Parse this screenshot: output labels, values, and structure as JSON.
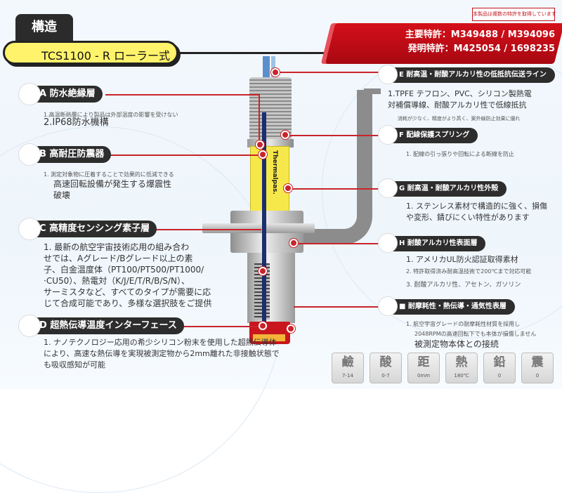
{
  "header": {
    "tab": "構造",
    "model": "TCS1100 - R ローラー式"
  },
  "patent": {
    "note": "本製品は複数の特許を取得しています",
    "main": "主要特許：M349488 / M394096",
    "invention": "発明特許：M425054 / 1698235"
  },
  "sensor": {
    "label": "Thermalpas."
  },
  "left": [
    {
      "title": "A 防水絶縁層",
      "small": "1.高温断熱層により製品は外部温度の影響を受けない",
      "big": "2.IP68防水機構"
    },
    {
      "title": "B 高耐圧防震器",
      "small": "1. 測定対象物に圧着することで効果的に低減できる",
      "big": "高速回転設備が発生する爆震性\n破壊"
    },
    {
      "title": "C 高精度センシング素子層",
      "small": "",
      "big": "1. 最新の航空宇宙技術応用の組み合わ\nせでは、Aグレード/Bグレード以上の素\n子、白金温度体（PT100/PT500/PT1000/\n ·CU50）、熱電対（K/J/E/T/R/B/S/N）、\nサーミスタなど、すべてのタイプが需要に応\nじて合成可能であり、多様な選択肢をご提供"
    },
    {
      "title": "D 超熱伝導温度インターフェース",
      "small": "",
      "big": "1. ナノテクノロジー応用の希少シリコン粉末を使用した超熱伝導体\nにより、高速な熱伝導を実現被測定物から2mm離れた非接触状態で\nも吸収感知が可能"
    }
  ],
  "right": [
    {
      "title": "E 耐高温・耐酸アルカリ性の低抵抗伝送ライン",
      "big": "1.TPFE テフロン、PVC、シリコン製熱電\n  対補償導線、耐酸アルカリ性で低線抵抗",
      "small": "消耗が少なく、精度がより高く、案外線防止効果に優れ"
    },
    {
      "title": "F 配線保護スプリング",
      "small": "1. 配線の引っ張りや回転による断線を防止"
    },
    {
      "title": "G 耐高温・耐酸アルカリ性外殻",
      "big": "1. ステンレス素材で構造的に強く、損傷\n  や変形、錆びにくい特性があります"
    },
    {
      "title": "H 耐酸アルカリ性表面層",
      "l1": "1. アメリカUL防火認証取得素材",
      "l2": "2. 特許取得済み耐高温技術で200℃まで対応可能",
      "l3": "3. 耐酸アルカリ性、アセトン、ガソリン"
    },
    {
      "title": "■ 耐摩耗性・熱伝導・通気性表層",
      "small": "1. 航空宇宙グレードの耐摩耗性材質を採用し",
      "small2": "2048RPMの高速回転下でも本体が損傷しません",
      "big": "被測定物本体との接続"
    }
  ],
  "icons": [
    {
      "glyph": "鹼",
      "value": "7-14"
    },
    {
      "glyph": "酸",
      "value": "0-7"
    },
    {
      "glyph": "距",
      "value": "0mm"
    },
    {
      "glyph": "熱",
      "value": "180℃"
    },
    {
      "glyph": "鉛",
      "value": "0"
    },
    {
      "glyph": "震",
      "value": "0"
    }
  ],
  "colors": {
    "accent_red": "#c9242b",
    "label_dark": "#2d2d2d",
    "highlight_yellow": "#fff36b"
  }
}
